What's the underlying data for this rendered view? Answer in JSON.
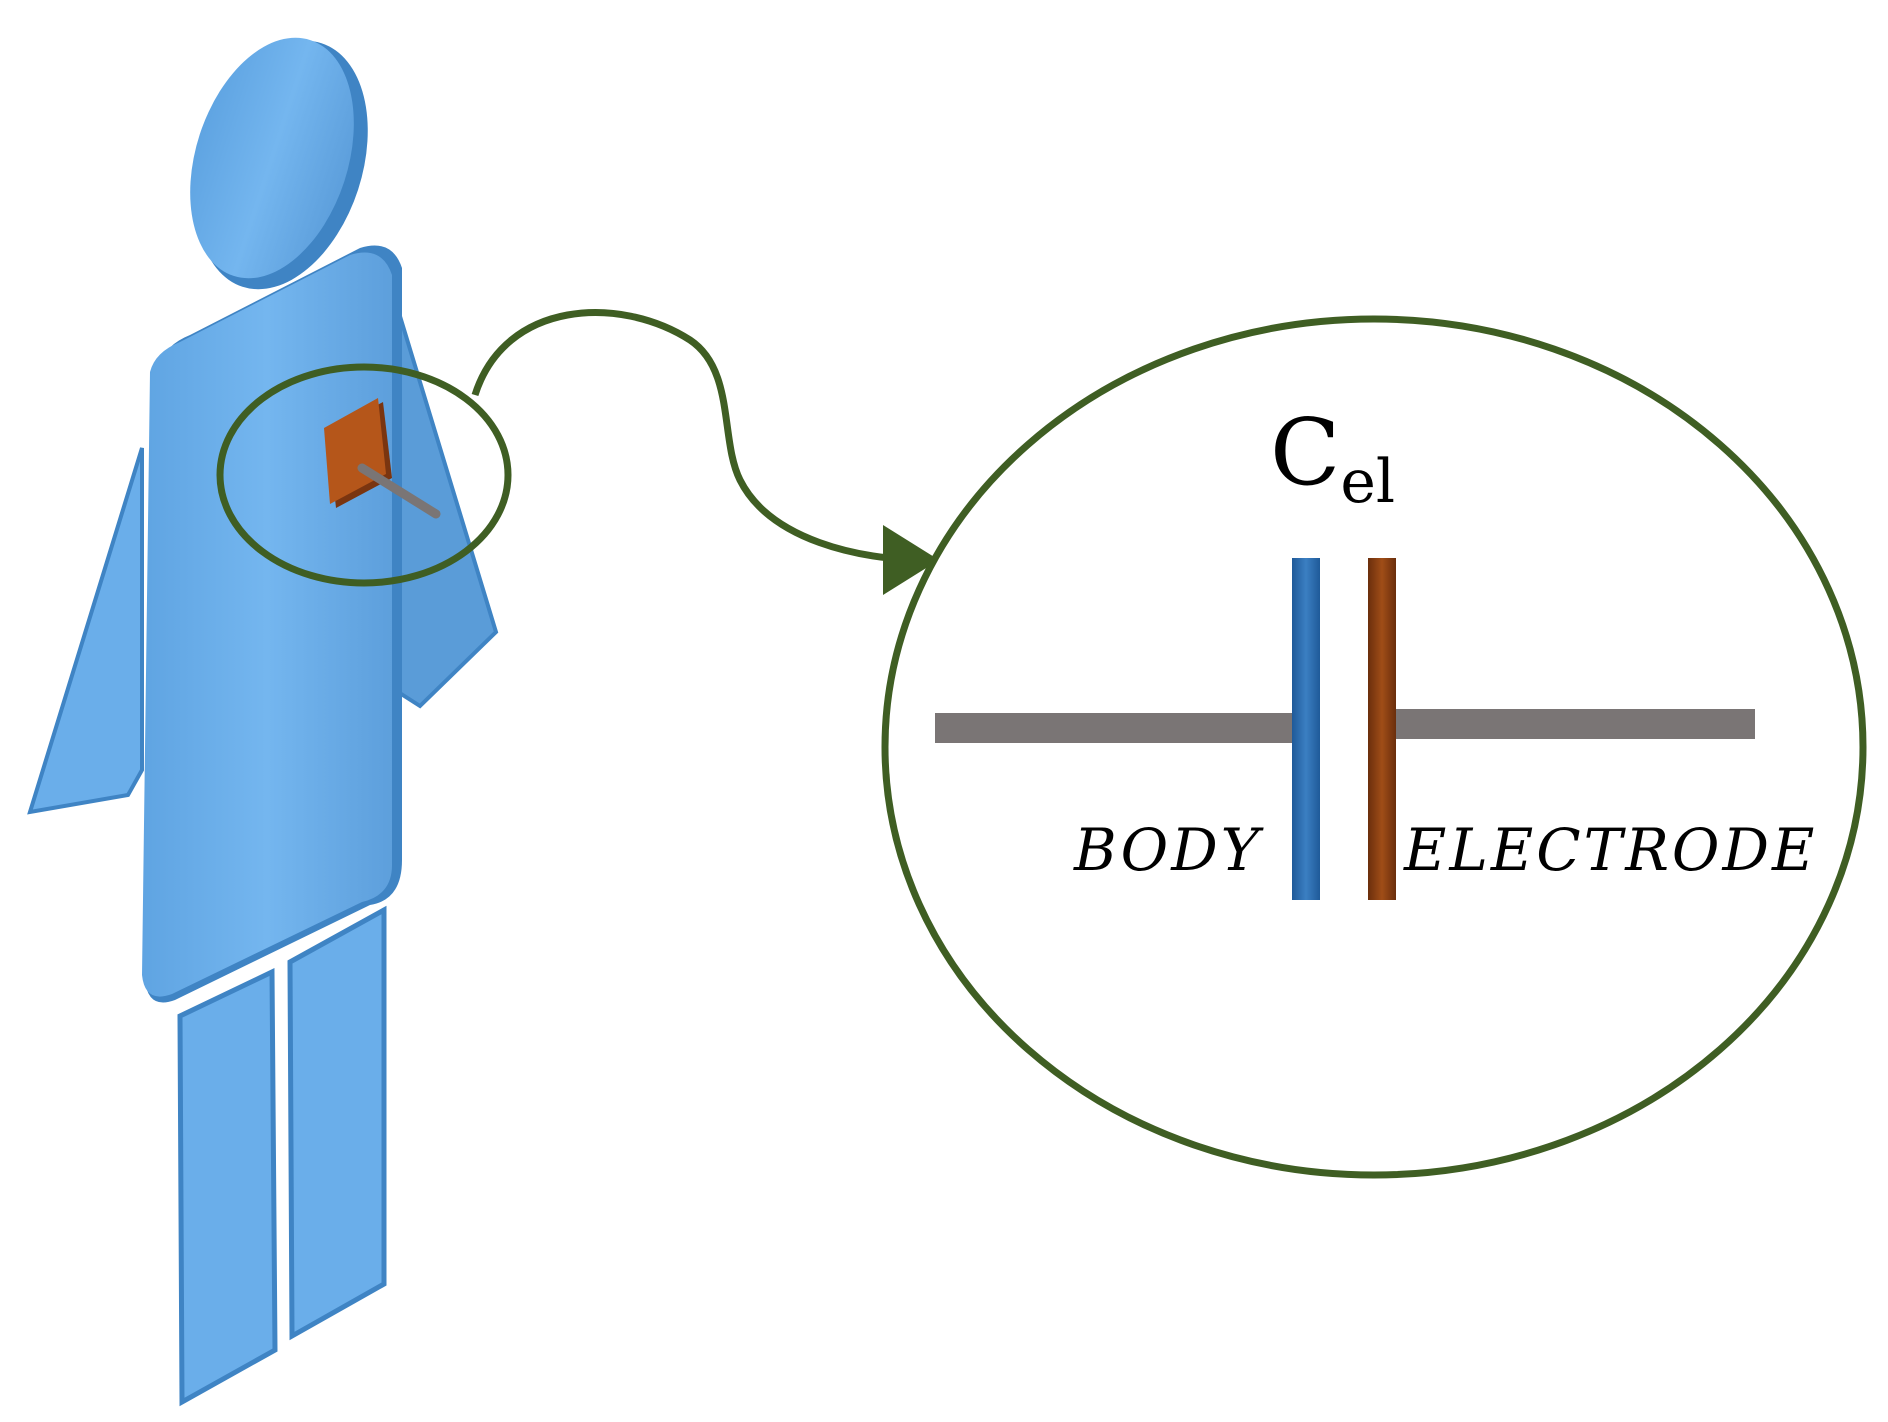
{
  "diagram": {
    "capacitor_label_main": "C",
    "capacitor_label_sub": "el",
    "left_plate_label": "BODY",
    "right_plate_label": "ELECTRODE"
  },
  "colors": {
    "figure_fill": "#6aaeea",
    "figure_edge": "#3f84c4",
    "figure_shade": "#4d93d2",
    "electrode": "#b5561a",
    "electrode_dark": "#7a3510",
    "wire": "#7a7575",
    "highlight_outline": "#3f5e23",
    "body_plate": "#2f6fb0",
    "electrode_plate": "#8a4012"
  },
  "icons": {
    "figure": "human-figure-icon",
    "electrode": "electrode-pad-icon",
    "arrow": "curved-arrow-icon"
  }
}
